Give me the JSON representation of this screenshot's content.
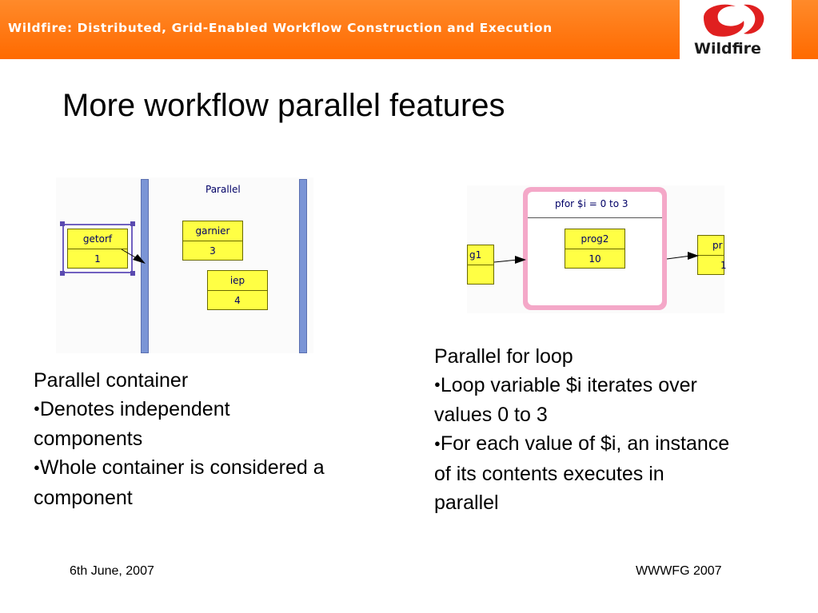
{
  "header": {
    "title": "Wildfire: Distributed, Grid-Enabled Workflow Construction and Execution",
    "logo_text": "Wildfire"
  },
  "slide": {
    "title": "More workflow parallel features"
  },
  "left_diagram": {
    "container_label": "Parallel",
    "nodes": [
      {
        "name": "getorf",
        "num": "1"
      },
      {
        "name": "garnier",
        "num": "3"
      },
      {
        "name": "iep",
        "num": "4"
      }
    ]
  },
  "right_diagram": {
    "loop_label": "pfor $i = 0 to 3",
    "left_node_name": "g1",
    "inner_node": {
      "name": "prog2",
      "num": "10"
    },
    "right_node_name": "pr",
    "right_node_num": "1"
  },
  "left_text": {
    "heading": "Parallel container",
    "bullet_char": "●",
    "bullets": [
      {
        "lines": [
          "Denotes independent",
          "components"
        ]
      },
      {
        "lines": [
          "Whole container is considered a",
          "component"
        ]
      }
    ]
  },
  "right_text": {
    "heading": "Parallel for loop",
    "bullet_char": "●",
    "bullets": [
      {
        "lines": [
          "Loop variable $i iterates over",
          "values 0 to 3"
        ]
      },
      {
        "lines": [
          "For each value of $i, an instance",
          "of its contents executes in",
          "parallel"
        ]
      }
    ]
  },
  "footer": {
    "date": "6th June, 2007",
    "event": "WWWFG 2007"
  },
  "colors": {
    "header_orange": "#ff6a00",
    "logo_red": "#e02020",
    "node_yellow": "#ffff44",
    "bar_blue": "#7b95d6",
    "loop_pink": "#f4a8c8"
  }
}
